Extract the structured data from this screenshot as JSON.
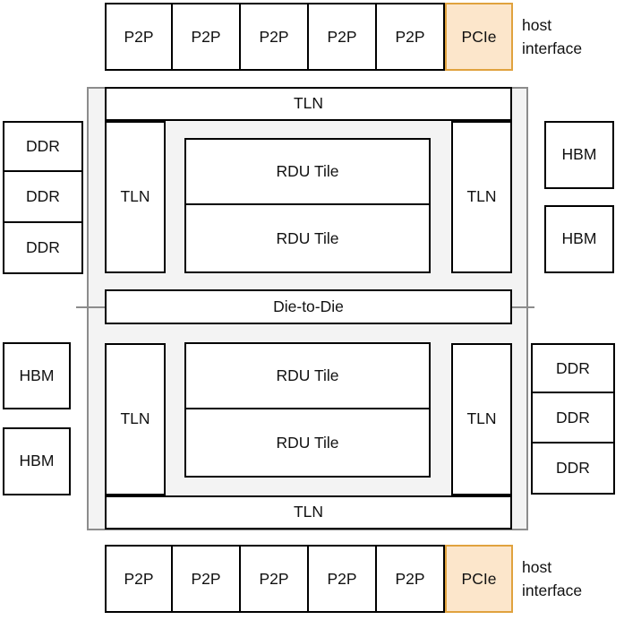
{
  "colors": {
    "box_border": "#000000",
    "box_fill": "#ffffff",
    "pcie_border": "#e0a23e",
    "pcie_fill": "#fce6cb",
    "die_fill": "#f3f3f3",
    "die_border": "#8c8c8c",
    "text": "#111111"
  },
  "interface_top": {
    "cells": [
      "P2P",
      "P2P",
      "P2P",
      "P2P",
      "P2P",
      "PCIe"
    ],
    "caption_line1": "host",
    "caption_line2": "interface"
  },
  "interface_bottom": {
    "cells": [
      "P2P",
      "P2P",
      "P2P",
      "P2P",
      "P2P",
      "PCIe"
    ],
    "caption_line1": "host",
    "caption_line2": "interface"
  },
  "die_top": {
    "tln_bar": "TLN",
    "tln_left": "TLN",
    "tln_right": "TLN",
    "rdu_tiles": [
      "RDU Tile",
      "RDU Tile"
    ]
  },
  "die_link": "Die-to-Die",
  "die_bottom": {
    "tln_bar": "TLN",
    "tln_left": "TLN",
    "tln_right": "TLN",
    "rdu_tiles": [
      "RDU Tile",
      "RDU Tile"
    ]
  },
  "memory": {
    "left_top": [
      "DDR",
      "DDR",
      "DDR"
    ],
    "left_bottom": [
      "HBM",
      "HBM"
    ],
    "right_top": [
      "HBM",
      "HBM"
    ],
    "right_bottom": [
      "DDR",
      "DDR",
      "DDR"
    ]
  }
}
